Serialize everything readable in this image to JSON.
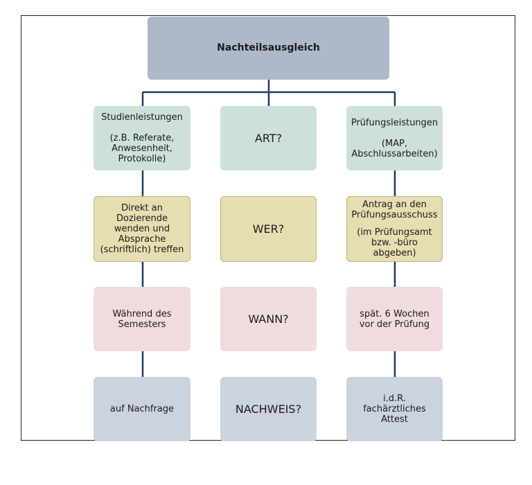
{
  "title": "Nachteilsausgleich",
  "rows": {
    "art": {
      "left": [
        "Studienleistungen",
        "(z.B. Referate,",
        "Anwesenheit,",
        "Protokolle)"
      ],
      "question": "ART?",
      "right": [
        "Prüfungsleistungen",
        "(MAP,",
        "Abschlussarbeiten)"
      ]
    },
    "wer": {
      "left": [
        "Direkt an",
        "Dozierende",
        "wenden und",
        "Absprache",
        "(schriftlich) treffen"
      ],
      "question": "WER?",
      "right": [
        "Antrag an den",
        "Prüfungsausschuss",
        "(im Prüfungsamt",
        "bzw. -büro",
        "abgeben)"
      ]
    },
    "wann": {
      "left": [
        "Während des",
        "Semesters"
      ],
      "question": "WANN?",
      "right": [
        "spät. 6 Wochen",
        "vor der Prüfung"
      ]
    },
    "nachweis": {
      "left": [
        "auf Nachfrage"
      ],
      "question": "NACHWEIS?",
      "right": [
        "i.d.R.",
        "fachärztliches",
        "Attest"
      ]
    }
  },
  "colors": {
    "title_box": "#aeb8c9",
    "art_row": "#cde1da",
    "wer_row": "#e6deb1",
    "wann_row": "#f0dcdd",
    "nachweis_row": "#ccd3df",
    "connector": "#1f3a5f"
  }
}
